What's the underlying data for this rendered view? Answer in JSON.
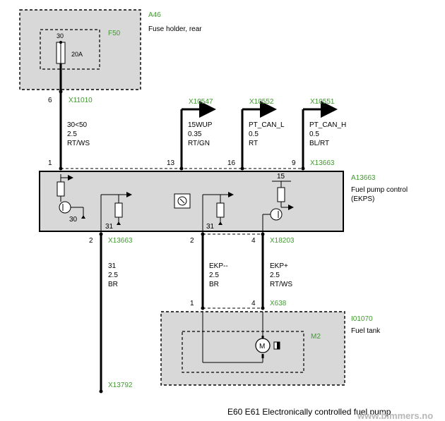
{
  "fuse_holder": {
    "id": "A46",
    "description": "Fuse holder, rear",
    "fuse_id": "F50",
    "fuse_pin": "30",
    "fuse_rating": "20A"
  },
  "connectors": {
    "x11010": "X11010",
    "x10547": "X10547",
    "x10552": "X10552",
    "x10551": "X10551",
    "x13663_top": "X13663",
    "x13663_bottom": "X13663",
    "x18203": "X18203",
    "x638": "X638",
    "x13792": "X13792"
  },
  "wires": {
    "supply": {
      "pin_top": "6",
      "signal": "30<50",
      "gauge": "2.5",
      "color": "RT/WS",
      "pin_bottom": "1"
    },
    "wup": {
      "signal": "15WUP",
      "gauge": "0.35",
      "color": "RT/GN",
      "pin": "13"
    },
    "can_l": {
      "signal": "PT_CAN_L",
      "gauge": "0.5",
      "color": "RT",
      "pin": "16"
    },
    "can_h": {
      "signal": "PT_CAN_H",
      "gauge": "0.5",
      "color": "BL/RT",
      "pin": "9"
    },
    "ground": {
      "pin": "2",
      "signal": "31",
      "gauge": "2.5",
      "color": "BR"
    },
    "ekp_minus": {
      "pin_top": "2",
      "signal": "EKP--",
      "gauge": "2.5",
      "color": "BR",
      "pin_bottom": "1"
    },
    "ekp_plus": {
      "pin_top": "4",
      "signal": "EKP+",
      "gauge": "2.5",
      "color": "RT/WS",
      "pin_bottom": "4"
    }
  },
  "control_unit": {
    "id": "A13663",
    "description_line1": "Fuel pump control",
    "description_line2": "(EKPS)",
    "pin_30": "30",
    "pin_31a": "31",
    "pin_31b": "31",
    "pin_15": "15"
  },
  "fuel_tank": {
    "id": "I01070",
    "description": "Fuel tank",
    "pump_id": "M2",
    "motor_symbol": "M"
  },
  "title": "E60 E61 Electronically controlled fuel pump",
  "watermark": "www.bimmers.no",
  "colors": {
    "ref_green": "#3f9a2e",
    "box_fill": "#d8d8d8",
    "wire": "#000000"
  }
}
